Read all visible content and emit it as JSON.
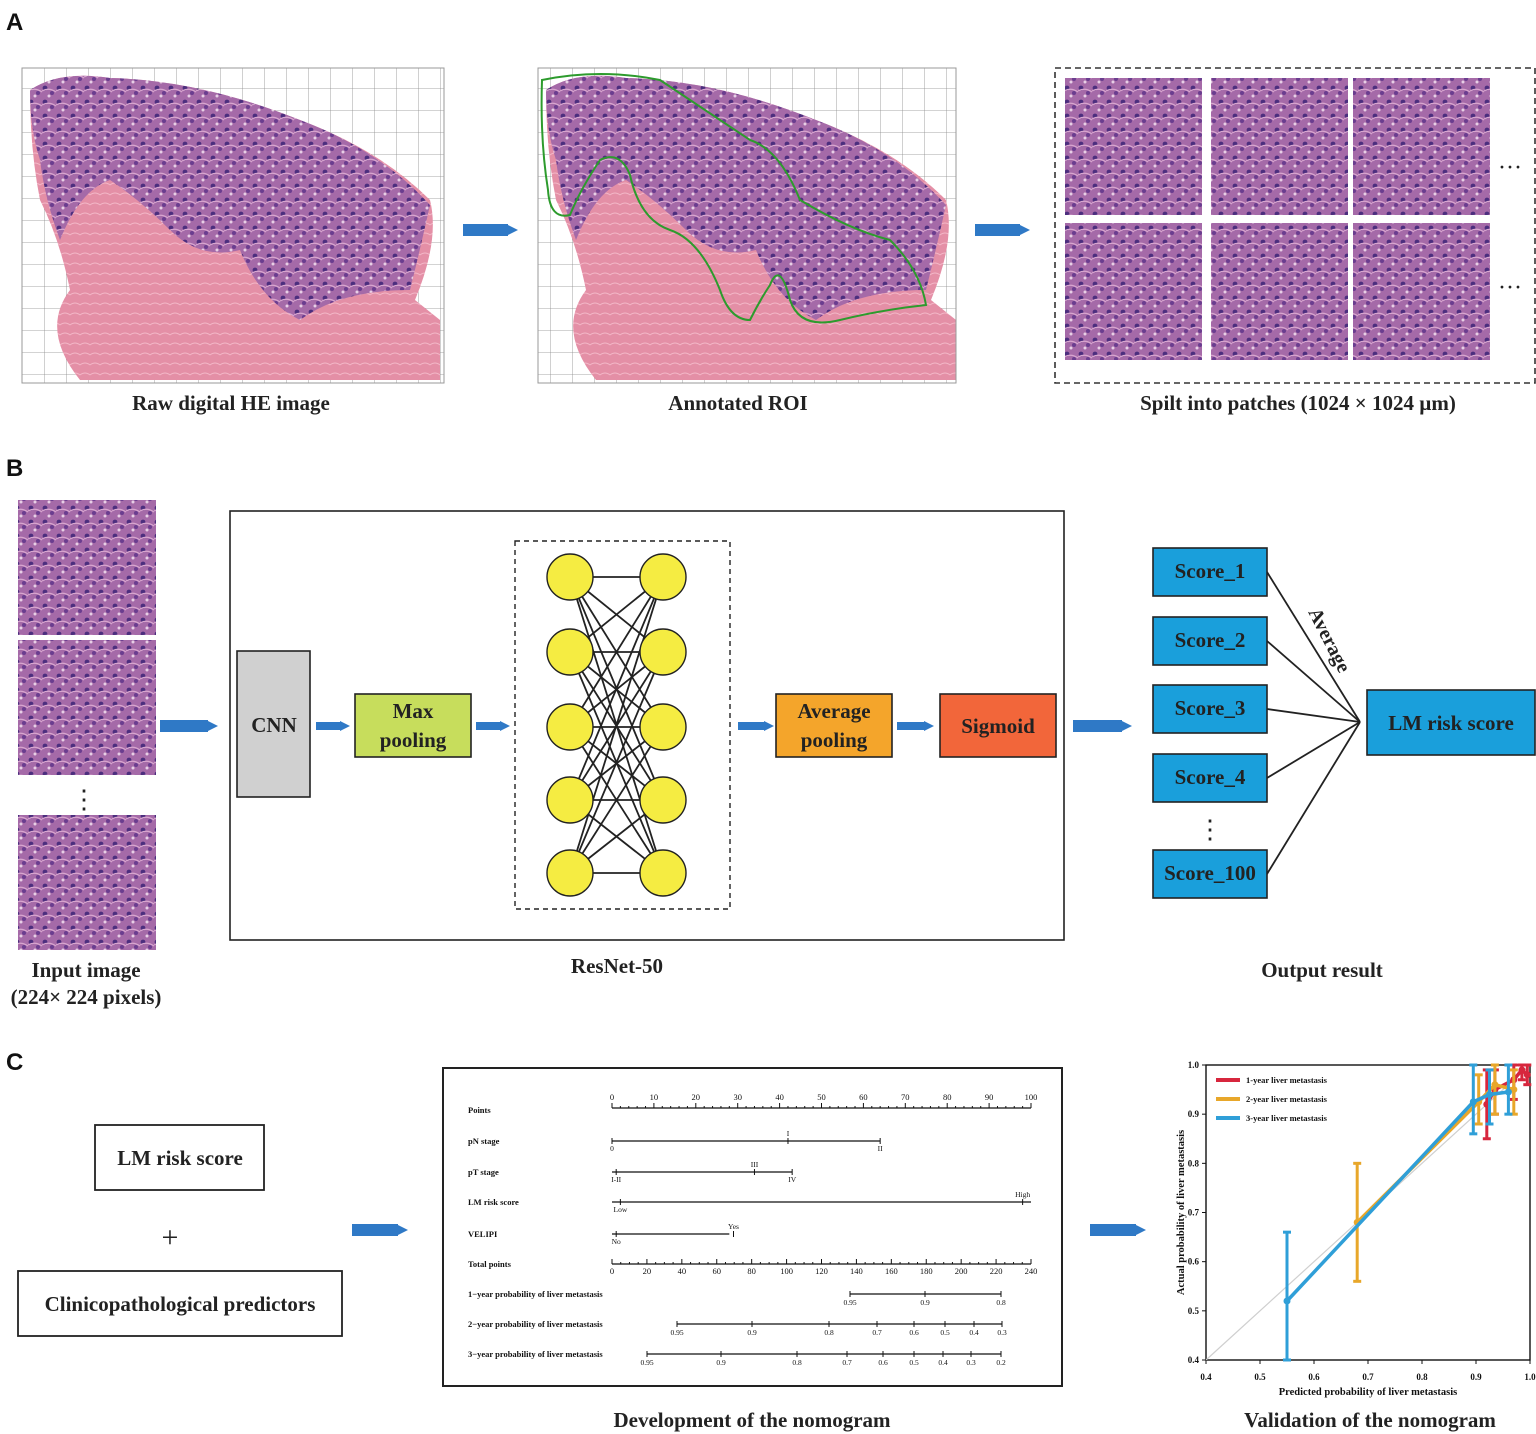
{
  "panels": {
    "a": {
      "letter": "A",
      "captions": [
        "Raw digital HE image",
        "Annotated ROI",
        "Spilt into patches (1024 × 1024 µm)"
      ],
      "ellipsis": "···"
    },
    "b": {
      "letter": "B",
      "input_caption_1": "Input image",
      "input_caption_2": "(224× 224 pixels)",
      "vdots": "⋮",
      "blocks": {
        "cnn": "CNN",
        "max_1": "Max",
        "max_2": "pooling",
        "avg_1": "Average",
        "avg_2": "pooling",
        "sigmoid": "Sigmoid"
      },
      "dots": "···",
      "network_caption": "ResNet-50",
      "scores": [
        "Score_1",
        "Score_2",
        "Score_3",
        "Score_4",
        "Score_100"
      ],
      "average_label": "Average",
      "risk_score": "LM risk score",
      "output_caption": "Output result",
      "colors": {
        "cnn": "#d0d0d0",
        "max": "#c7dd5c",
        "avg": "#f4a52b",
        "sigmoid": "#f2663a",
        "score": "#1a9fdb",
        "arrow": "#2f79c6",
        "node": "#f5ec42"
      }
    },
    "c": {
      "letter": "C",
      "input_box_1": "LM risk score",
      "plus": "+",
      "input_box_2": "Clinicopathological predictors",
      "nomogram": {
        "rows": [
          "Points",
          "pN stage",
          "pT stage",
          "LM risk score",
          "VELIPI",
          "Total points",
          "1−year probability of liver metastasis",
          "2−year probability of liver metastasis",
          "3−year probability of liver metastasis"
        ],
        "points_ticks": [
          "0",
          "10",
          "20",
          "30",
          "40",
          "50",
          "60",
          "70",
          "80",
          "90",
          "100"
        ],
        "pn_labels": [
          "0",
          "I",
          "II"
        ],
        "pt_labels": [
          "I-II",
          "III",
          "IV"
        ],
        "lm_labels": [
          "Low",
          "High"
        ],
        "velipi_labels": [
          "No",
          "Yes"
        ],
        "total_ticks": [
          "0",
          "20",
          "40",
          "60",
          "80",
          "100",
          "120",
          "140",
          "160",
          "180",
          "200",
          "220",
          "240"
        ],
        "y1_labels": [
          "0.95",
          "0.9",
          "0.8"
        ],
        "y2_labels": [
          "0.95",
          "0.9",
          "0.8",
          "0.7",
          "0.6",
          "0.5",
          "0.4",
          "0.3"
        ],
        "y3_labels": [
          "0.95",
          "0.9",
          "0.8",
          "0.7",
          "0.6",
          "0.5",
          "0.4",
          "0.3",
          "0.2"
        ]
      },
      "nomogram_caption": "Development of the nomogram",
      "validation_caption": "Validation of the nomogram"
    }
  },
  "chart_data": {
    "type": "line",
    "xlabel": "Predicted probability of liver metastasis",
    "ylabel": "Actual probability of liver metastasis",
    "xlim": [
      0.4,
      1.0
    ],
    "ylim": [
      0.4,
      1.0
    ],
    "xticks": [
      "0.4",
      "0.5",
      "0.6",
      "0.7",
      "0.8",
      "0.9",
      "1.0"
    ],
    "yticks": [
      "0.4",
      "0.5",
      "0.6",
      "0.7",
      "0.8",
      "0.9",
      "1.0"
    ],
    "legend_position": "top-left",
    "series": [
      {
        "name": "1-year liver metastasis",
        "color": "#d7263d",
        "points": [
          {
            "x": 0.92,
            "y": 0.92,
            "lo": 0.85,
            "hi": 0.99
          },
          {
            "x": 0.935,
            "y": 0.95,
            "lo": 0.9,
            "hi": 0.99
          },
          {
            "x": 0.97,
            "y": 0.97,
            "lo": 0.93,
            "hi": 1.0
          },
          {
            "x": 0.985,
            "y": 0.99,
            "lo": 0.97,
            "hi": 1.0
          },
          {
            "x": 0.995,
            "y": 0.98,
            "lo": 0.96,
            "hi": 1.0
          }
        ]
      },
      {
        "name": "2-year liver metastasis",
        "color": "#e8a72a",
        "points": [
          {
            "x": 0.68,
            "y": 0.68,
            "lo": 0.56,
            "hi": 0.8
          },
          {
            "x": 0.905,
            "y": 0.925,
            "lo": 0.88,
            "hi": 0.98
          },
          {
            "x": 0.935,
            "y": 0.96,
            "lo": 0.9,
            "hi": 1.0
          },
          {
            "x": 0.97,
            "y": 0.95,
            "lo": 0.9,
            "hi": 0.99
          }
        ]
      },
      {
        "name": "3-year liver metastasis",
        "color": "#2f9fd8",
        "points": [
          {
            "x": 0.55,
            "y": 0.52,
            "lo": 0.4,
            "hi": 0.66
          },
          {
            "x": 0.895,
            "y": 0.925,
            "lo": 0.86,
            "hi": 1.0
          },
          {
            "x": 0.925,
            "y": 0.94,
            "lo": 0.88,
            "hi": 0.99
          },
          {
            "x": 0.96,
            "y": 0.945,
            "lo": 0.9,
            "hi": 1.0
          }
        ]
      }
    ]
  }
}
